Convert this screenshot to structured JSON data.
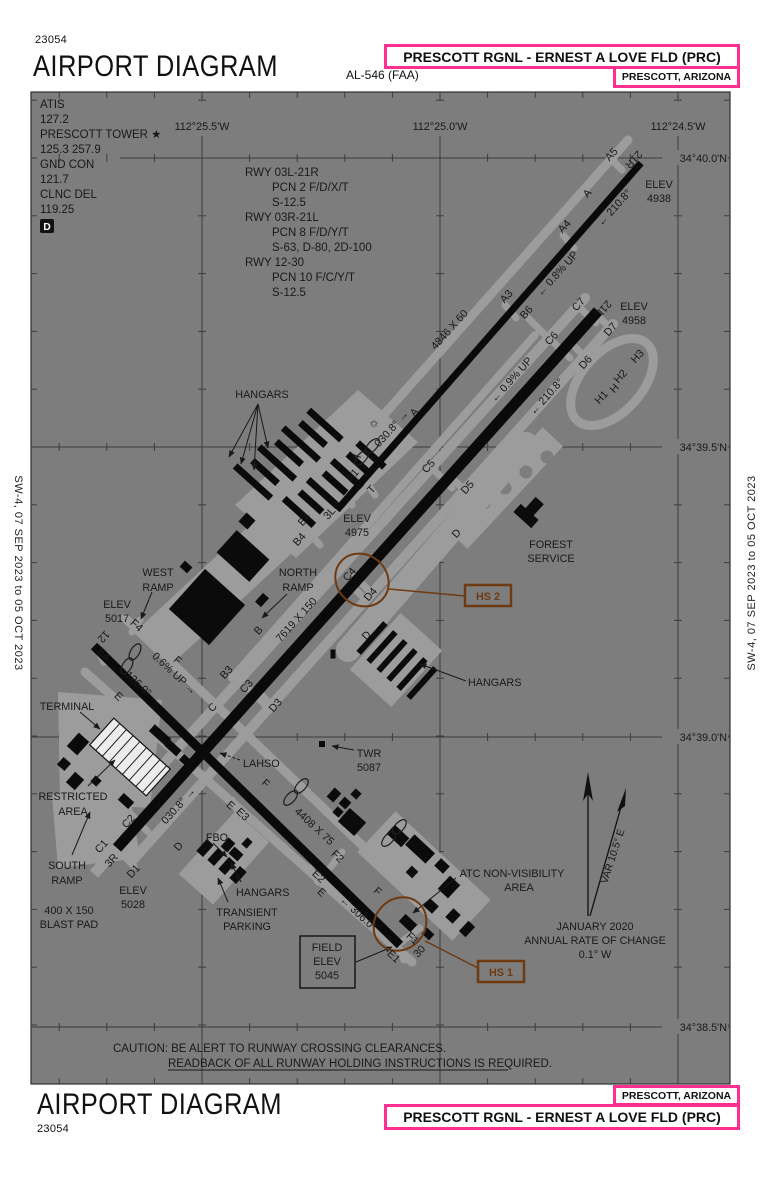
{
  "header": {
    "chart_code": "23054",
    "title": "AIRPORT DIAGRAM",
    "procedure_id": "AL-546 (FAA)",
    "airport_name": "PRESCOTT RGNL - ERNEST A LOVE FLD (PRC)",
    "city_state": "PRESCOTT, ARIZONA"
  },
  "footer": {
    "title": "AIRPORT DIAGRAM",
    "chart_code": "23054",
    "airport_name": "PRESCOTT RGNL - ERNEST A LOVE FLD (PRC)",
    "city_state": "PRESCOTT, ARIZONA"
  },
  "margin_note": "SW-4,  07 SEP 2023  to  05 OCT 2023",
  "colors": {
    "chart_bg": "#7d7d7d",
    "taxiway_gray": "#9c9c9c",
    "runway_black": "#0a0a0a",
    "ink": "#191919",
    "highlight_pink": "#ff2f92",
    "hotspot_brown": "#6e3a12"
  },
  "comms": {
    "atis_label": "ATIS",
    "atis_freq": "127.2",
    "tower_label": "PRESCOTT TOWER ★",
    "tower_freqs": "125.3  257.9",
    "gnd_label": "GND CON",
    "gnd_freq": "121.7",
    "clnc_label": "CLNC DEL",
    "clnc_freq": "119.25",
    "datis_symbol": "D"
  },
  "runway_info": [
    {
      "designation": "RWY 03L-21R",
      "pcn": "PCN 2 F/D/X/T",
      "strength": "S-12.5"
    },
    {
      "designation": "RWY 03R-21L",
      "pcn": "PCN 8 F/D/Y/T",
      "strength": "S-63, D-80, 2D-100"
    },
    {
      "designation": "RWY 12-30",
      "pcn": "PCN 10 F/C/Y/T",
      "strength": "S-12.5"
    }
  ],
  "graticule": {
    "lon1": "112°25.5'W",
    "lon2": "112°25.0'W",
    "lon3": "112°24.5'W",
    "lat1": "34°40.0'N",
    "lat2": "34°39.5'N",
    "lat3": "34°39.0'N",
    "lat4": "34°38.5'N"
  },
  "labels": {
    "rwy_3l": "3L",
    "rwy_21r": "21R",
    "rwy_3r": "3R",
    "rwy_21l": "21L",
    "rwy_12": "12",
    "rwy_30": "30",
    "dim_03l": "4846 X 60",
    "dim_03r": "7619 X 150",
    "dim_12": "4408 X 75",
    "grad_03l": "← 0.8% UP",
    "grad_03r": "← 0.9% UP",
    "grad_12": "0.6% UP →",
    "hdg_21r": "← 210.8°",
    "hdg_21l": "← 210.8°",
    "hdg_03_twy": "030.8° →",
    "hdg_03r": "030.8° →",
    "hdg_12": "126.0° →",
    "hdg_30": "← 306.0°",
    "elev_word": "ELEV",
    "elev_4938": "4938",
    "elev_4958": "4958",
    "elev_4975": "4975",
    "elev_5017": "5017",
    "elev_5028": "5028",
    "field_line1": "FIELD",
    "field_line2": "ELEV",
    "field_line3": "5045",
    "twy_a": "A",
    "twy_a1": "A1",
    "twy_a3": "A3",
    "twy_a4": "A4",
    "twy_a5": "A5",
    "twy_t": "T",
    "twy_b": "B",
    "twy_b3": "B3",
    "twy_b4": "B4",
    "twy_b6": "B6",
    "twy_c": "C",
    "twy_c1": "C1",
    "twy_c2": "C2",
    "twy_c3": "C3",
    "twy_c4": "C4",
    "twy_c5": "C5",
    "twy_c6": "C6",
    "twy_c7": "C7",
    "twy_d": "D",
    "twy_d1": "D1",
    "twy_d3": "D3",
    "twy_d4": "D4",
    "twy_d5": "D5",
    "twy_d6": "D6",
    "twy_d7": "D7",
    "twy_e": "E",
    "twy_e1": "E1",
    "twy_e2": "E2",
    "twy_e3": "E3",
    "twy_e4": "E4",
    "twy_f": "F",
    "twy_f1": "F1",
    "twy_f2": "F2",
    "twy_f4": "F4",
    "twy_h": "H",
    "twy_h1": "H1",
    "twy_h2": "H2",
    "twy_h3": "H3",
    "hangars": "HANGARS",
    "west_word": "WEST",
    "north_word": "NORTH",
    "south_word": "SOUTH",
    "ramp_word": "RAMP",
    "terminal": "TERMINAL",
    "restricted_word": "RESTRICTED",
    "area_word": "AREA",
    "forest_1": "FOREST",
    "forest_2": "SERVICE",
    "blast_1": "400 X 150",
    "blast_2": "BLAST PAD",
    "transient_1": "TRANSIENT",
    "transient_2": "PARKING",
    "fbo": "FBO",
    "lahso": "LAHSO",
    "twr_1": "TWR",
    "twr_2": "5087",
    "atc_1": "ATC NON-VISIBILITY"
  },
  "hotspots": {
    "hs1": "HS 1",
    "hs2": "HS 2"
  },
  "variation": {
    "var_text": "VAR 10.5° E",
    "date": "JANUARY 2020",
    "rate": "ANNUAL RATE OF CHANGE",
    "value": "0.1° W"
  },
  "caution": {
    "line1": "CAUTION: BE ALERT TO RUNWAY CROSSING CLEARANCES.",
    "line2": "READBACK OF ALL RUNWAY HOLDING INSTRUCTIONS IS REQUIRED."
  }
}
